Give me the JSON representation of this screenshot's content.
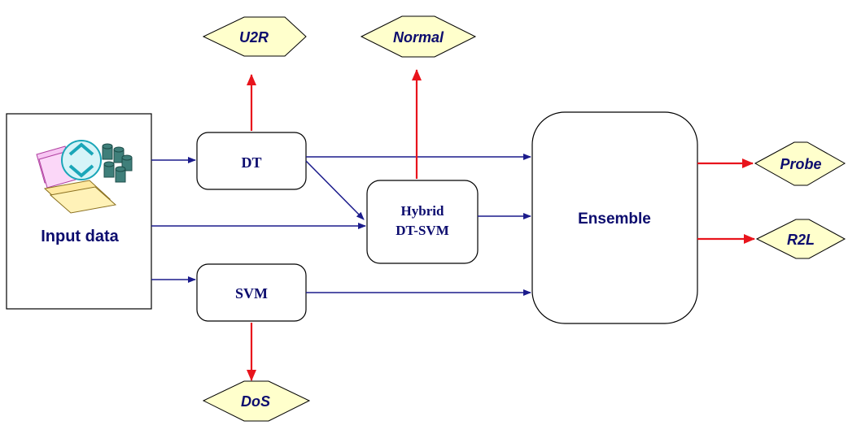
{
  "diagram": {
    "input_label": "Input data",
    "nodes": {
      "dt": "DT",
      "svm": "SVM",
      "hybrid_line1": "Hybrid",
      "hybrid_line2": "DT-SVM",
      "ensemble": "Ensemble"
    },
    "outputs": {
      "u2r": "U2R",
      "normal": "Normal",
      "probe": "Probe",
      "r2l": "R2L",
      "dos": "DoS"
    },
    "colors": {
      "flow_arrow": "#1c1c8c",
      "output_arrow": "#e8141c",
      "diamond_fill": "#ffffcc",
      "text": "#0c0c6e"
    },
    "icons": [
      "recycle-icon",
      "database-icon",
      "documents-icon"
    ]
  }
}
